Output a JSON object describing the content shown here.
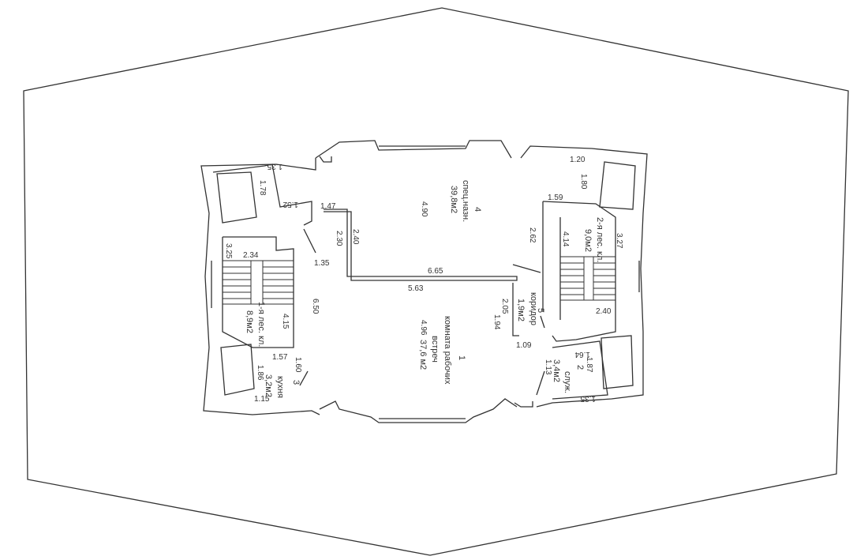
{
  "plan": {
    "rooms": [
      {
        "number": "1",
        "name": "комната рабочих",
        "name2": "встреч",
        "area": "37,6 м2"
      },
      {
        "number": "2",
        "name": "служ.",
        "area": "3,4м2"
      },
      {
        "number": "3",
        "name": "кухня",
        "area": "3,2м2"
      },
      {
        "number": "4",
        "name": "спец.назн.",
        "area": "39,8м2"
      },
      {
        "number": "5",
        "name": "коридор",
        "area": "1,9м2"
      },
      {
        "name": "1-я лес. кл.",
        "area": "8,9м2"
      },
      {
        "name": "2-я лес. кл.",
        "area": "9,0м2"
      }
    ],
    "dims": {
      "d4_90": "4.90",
      "d4_96": "4.96",
      "d2_05": "2.05",
      "d1_94": "1.94",
      "d2_62": "2.62",
      "d1_09": "1.09",
      "d1_35a": "1.35",
      "d1_78": "1.78",
      "d1_52": "1.52",
      "d1_47": "1.47",
      "d2_30": "2.30",
      "d2_40a": "2.40",
      "d1_35b": "1.35",
      "d3_25": "3.25",
      "d2_34": "2.34",
      "d6_65": "6.65",
      "d5_63": "5.63",
      "d6_50": "6.50",
      "d4_15": "4.15",
      "d1_57": "1.57",
      "d1_60": "1.60",
      "d1_86": "1.86",
      "d1_15": "1.15",
      "d1_20": "1.20",
      "d1_80": "1.80",
      "d1_59": "1.59",
      "d4_14": "4.14",
      "d3_27": "3.27",
      "d2_40b": "2.40",
      "d1_64": "1.64",
      "d1_87": "1.87",
      "d1_13": "1.13",
      "d1_35c": "1.35"
    }
  }
}
